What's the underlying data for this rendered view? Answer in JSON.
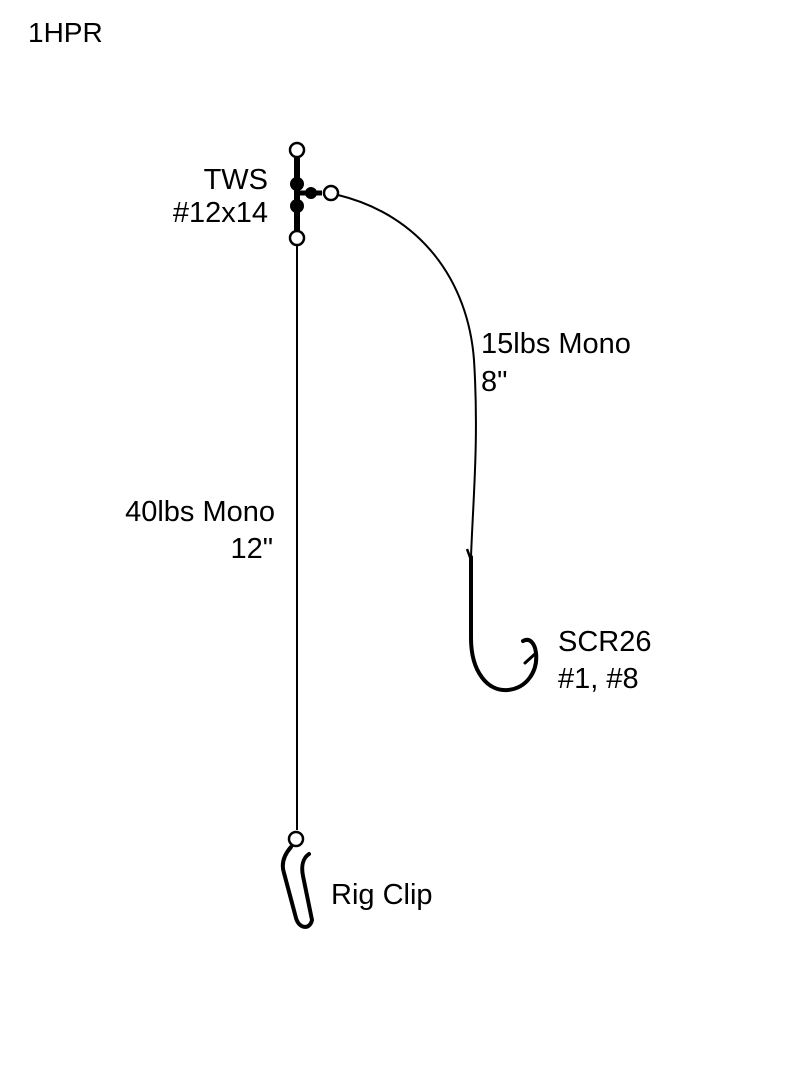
{
  "diagram": {
    "title": "1HPR",
    "swivel": {
      "line1": "TWS",
      "line2": "#12x14"
    },
    "dropper_line": {
      "line1": "15lbs Mono",
      "line2": "8\""
    },
    "main_line": {
      "line1": "40lbs Mono",
      "line2": "12\""
    },
    "hook": {
      "line1": "SCR26",
      "line2": "#1, #8"
    },
    "clip": {
      "label": "Rig Clip"
    }
  },
  "colors": {
    "line": "#000000",
    "background": "#ffffff"
  }
}
